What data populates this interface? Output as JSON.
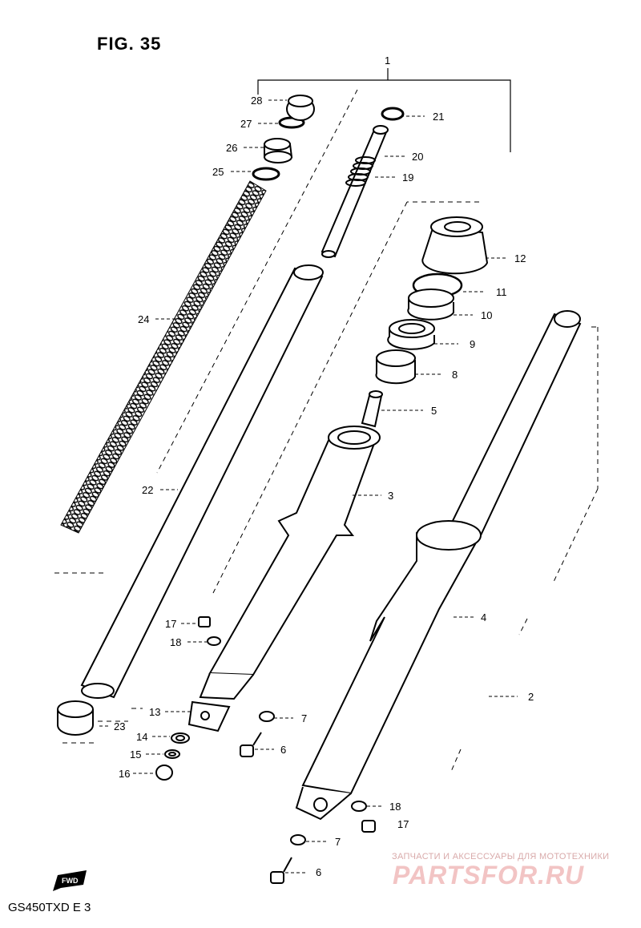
{
  "figure": {
    "title": "FIG. 35",
    "model": "GS450TXD E 3",
    "fwd_label": "FWD"
  },
  "watermark": {
    "tagline": "ЗАПЧАСТИ И АКСЕССУАРЫ ДЛЯ МОТОТЕХНИКИ",
    "brand": "PARTSFOR.RU"
  },
  "part_labels": {
    "p1": "1",
    "p2": "2",
    "p3": "3",
    "p4": "4",
    "p5": "5",
    "p6a": "6",
    "p6b": "6",
    "p7a": "7",
    "p7b": "7",
    "p8": "8",
    "p9": "9",
    "p10": "10",
    "p11": "11",
    "p12": "12",
    "p13": "13",
    "p14": "14",
    "p15": "15",
    "p16": "16",
    "p17a": "17",
    "p17b": "17",
    "p18a": "18",
    "p18b": "18",
    "p19": "19",
    "p20": "20",
    "p21": "21",
    "p22": "22",
    "p23": "23",
    "p24": "24",
    "p25": "25",
    "p26": "26",
    "p27": "27",
    "p28": "28"
  }
}
